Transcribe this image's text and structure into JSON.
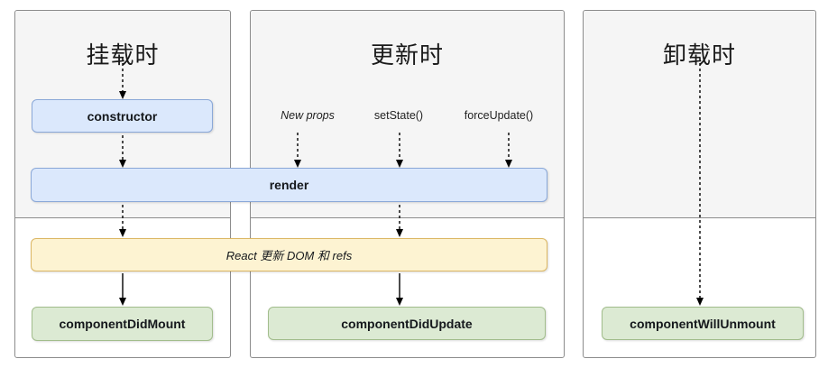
{
  "columns": [
    {
      "name": "mounting",
      "title": "挂载时"
    },
    {
      "name": "updating",
      "title": "更新时"
    },
    {
      "name": "unmounting",
      "title": "卸载时"
    }
  ],
  "triggers": {
    "new_props": "New props",
    "set_state": "setState()",
    "force_update": "forceUpdate()"
  },
  "nodes": {
    "constructor": "constructor",
    "render": "render",
    "react_update": "React 更新 DOM 和 refs",
    "component_did_mount": "componentDidMount",
    "component_did_update": "componentDidUpdate",
    "component_will_unmount": "componentWillUnmount"
  },
  "colors": {
    "method_box_fill": "#dbe8fc",
    "method_box_border": "#8aa8d8",
    "side_effect_fill": "#fdf3d2",
    "side_effect_border": "#dcb764",
    "commit_box_fill": "#dcead3",
    "commit_box_border": "#a2bd8c",
    "panel_fill": "#f5f5f5",
    "panel_border": "#8c8c8c",
    "arrow": "#000000",
    "text": "#1a1a1a"
  }
}
